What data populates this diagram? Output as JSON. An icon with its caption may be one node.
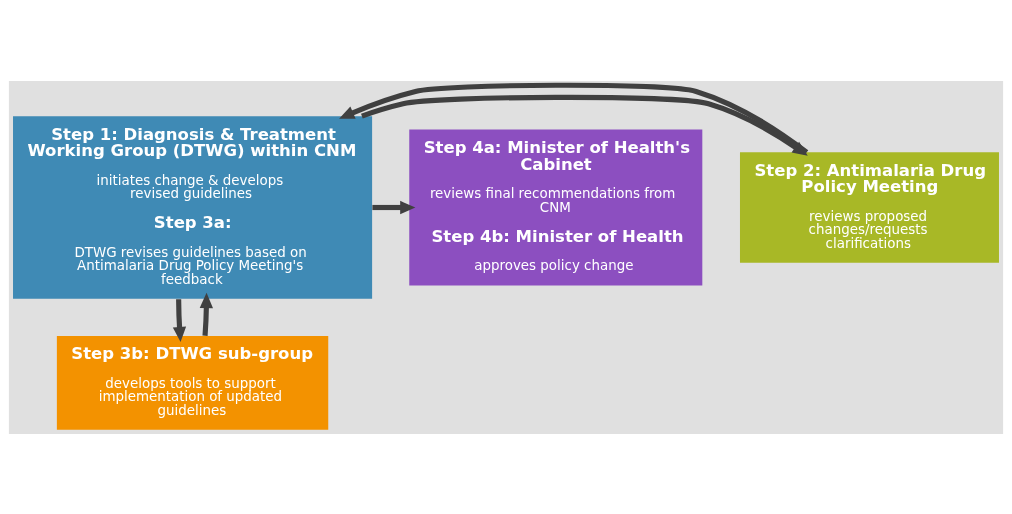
{
  "diagram": {
    "nodes": [
      {
        "text": [
          "Step 1: Diagnosis & Treatment Working Group (DTWG) within CNM",
          "initiates change & develops revised guidelines",
          "Step 3a:",
          "DTWG revises guidelines based on Antimalaria Drug Policy Meeting's feedback"
        ]
      },
      {
        "text": [
          "Step 2: Antimalaria Drug Policy Meeting",
          "reviews proposed changes/requests clarifications"
        ]
      },
      {
        "text": [
          "Step 4a: Minister of Health's Cabinet",
          "reviews final recommendations from CNM",
          "Step 4b: Minister of Health",
          "approves policy change"
        ]
      },
      {
        "text": [
          "Step 3b: DTWG sub-group",
          "develops tools to support implementation of updated guidelines"
        ]
      }
    ],
    "edges": [
      {
        "from": 0,
        "to": 2,
        "arrow": "to"
      },
      {
        "from": 0,
        "to": 1,
        "arrow": "to"
      },
      {
        "from": 1,
        "to": 0,
        "arrow": "to"
      },
      {
        "from": 0,
        "to": 3,
        "arrow": "to"
      },
      {
        "from": 3,
        "to": 0,
        "arrow": "to"
      }
    ]
  }
}
